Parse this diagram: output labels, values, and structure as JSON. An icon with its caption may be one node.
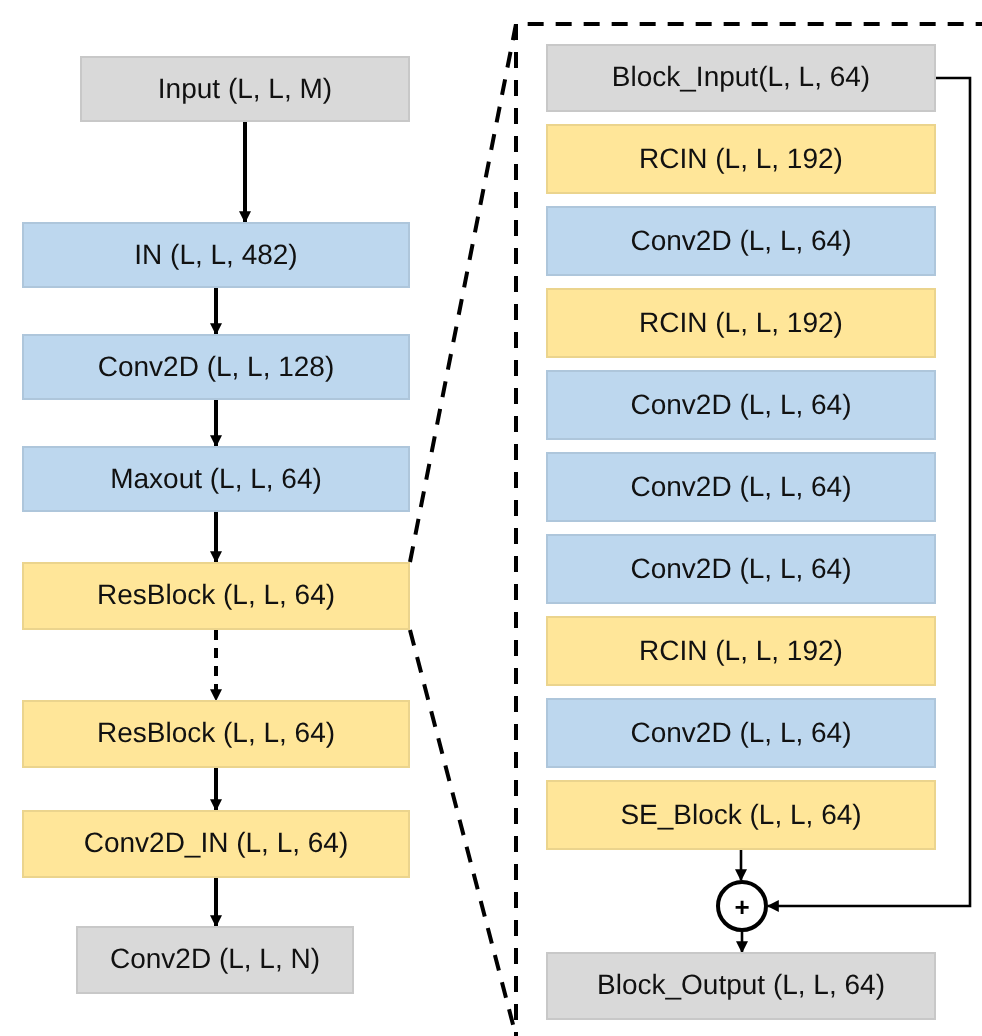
{
  "diagram": {
    "nodes": [
      {
        "text": [
          "Input (L, L, M)"
        ]
      },
      {
        "text": [
          "IN (L, L, 482)"
        ]
      },
      {
        "text": [
          "Conv2D (L, L, 128)"
        ]
      },
      {
        "text": [
          "Maxout (L, L, 64)"
        ]
      },
      {
        "text": [
          "ResBlock (L, L, 64)"
        ]
      },
      {
        "text": [
          "ResBlock (L, L, 64)"
        ]
      },
      {
        "text": [
          "Conv2D_IN (L, L, 64)"
        ]
      },
      {
        "text": [
          "Conv2D (L, L, N)"
        ]
      },
      {
        "text": [
          "Block_Input(L, L, 64)"
        ]
      },
      {
        "text": [
          "RCIN (L, L, 192)"
        ]
      },
      {
        "text": [
          "Conv2D (L, L, 64)"
        ]
      },
      {
        "text": [
          "RCIN (L, L, 192)"
        ]
      },
      {
        "text": [
          "Conv2D (L, L, 64)"
        ]
      },
      {
        "text": [
          "Conv2D (L, L, 64)"
        ]
      },
      {
        "text": [
          "Conv2D (L, L, 64)"
        ]
      },
      {
        "text": [
          "RCIN (L, L, 192)"
        ]
      },
      {
        "text": [
          "Conv2D (L, L, 64)"
        ]
      },
      {
        "text": [
          "SE_Block (L, L, 64)"
        ]
      },
      {
        "text": [
          "+"
        ]
      },
      {
        "text": [
          "Block_Output (L, L, 64)"
        ]
      }
    ],
    "edges": [
      {
        "from": 0,
        "to": 1,
        "arrow": "to"
      },
      {
        "from": 1,
        "to": 2,
        "arrow": "to"
      },
      {
        "from": 2,
        "to": 3,
        "arrow": "to"
      },
      {
        "from": 3,
        "to": 4,
        "arrow": "to"
      },
      {
        "from": 4,
        "to": 5,
        "arrow": "to",
        "style": "dashed"
      },
      {
        "from": 5,
        "to": 6,
        "arrow": "to"
      },
      {
        "from": 6,
        "to": 7,
        "arrow": "to"
      },
      {
        "from": 17,
        "to": 18,
        "arrow": "to"
      },
      {
        "from": 18,
        "to": 19,
        "arrow": "to"
      },
      {
        "from": 8,
        "to": 18,
        "arrow": "to"
      }
    ]
  }
}
